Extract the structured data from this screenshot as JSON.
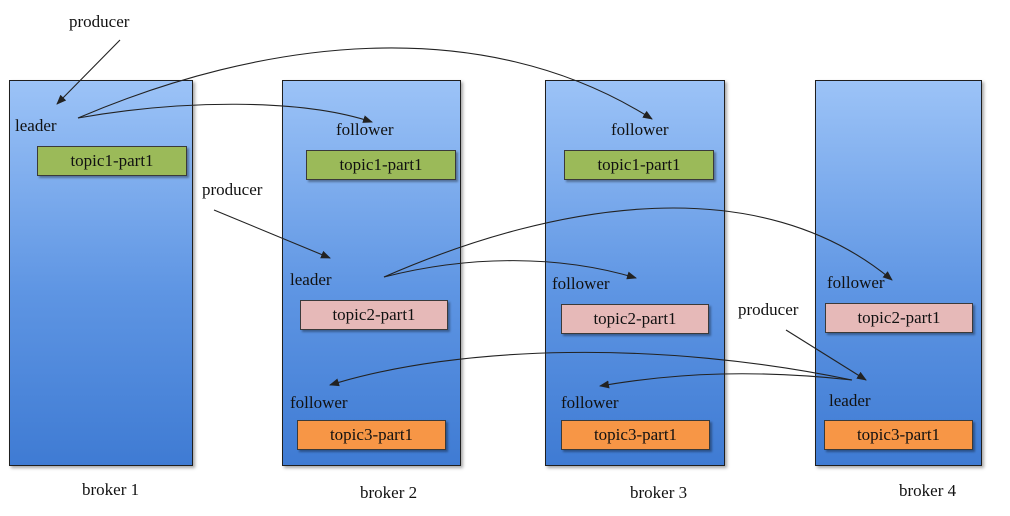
{
  "brokers": [
    {
      "label": "broker 1"
    },
    {
      "label": "broker 2"
    },
    {
      "label": "broker 3"
    },
    {
      "label": "broker 4"
    }
  ],
  "producers": [
    "producer",
    "producer",
    "producer"
  ],
  "roles": {
    "leader": "leader",
    "follower": "follower"
  },
  "partitions": {
    "topic1": "topic1-part1",
    "topic2": "topic2-part1",
    "topic3": "topic3-part1"
  },
  "colors": {
    "broker": "#5e95e3",
    "topic1": "#9bba59",
    "topic2": "#e6b9b8",
    "topic3": "#f79646"
  }
}
